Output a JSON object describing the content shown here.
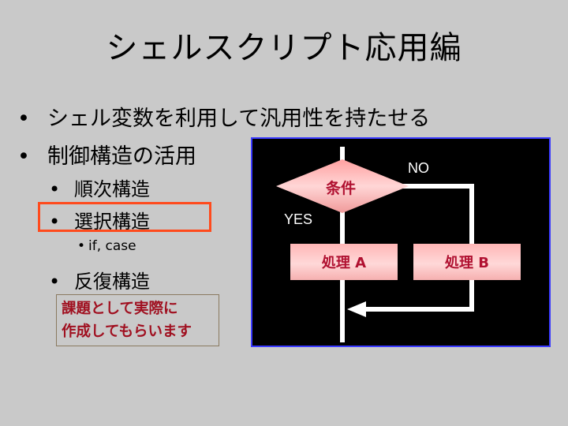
{
  "slide": {
    "title": "シェルスクリプト応用編",
    "bullets": [
      {
        "marker": "•",
        "text": "シェル変数を利用して汎用性を持たせる"
      },
      {
        "marker": "•",
        "text": "制御構造の活用"
      }
    ],
    "sub_bullets": [
      {
        "marker": "•",
        "text": "順次構造"
      },
      {
        "marker": "•",
        "text": "選択構造"
      },
      {
        "marker": "•",
        "text": "反復構造"
      }
    ],
    "sub_sub_bullet": {
      "marker": "•",
      "text": "if, case"
    },
    "note_lines": [
      "課題として実際に",
      "作成してもらいます"
    ]
  },
  "flowchart": {
    "condition": "条件",
    "no_label": "NO",
    "yes_label": "YES",
    "process_a": "処理 A",
    "process_b": "処理 B",
    "colors": {
      "background": "#000000",
      "border": "#3a3aff",
      "line": "#ffffff",
      "shape_fill": "#ffc0c0",
      "shape_text": "#b01030"
    }
  },
  "colors": {
    "slide_background": "#c9c9c9",
    "highlight_border": "#ff4a1c",
    "note_text": "#a01020"
  }
}
